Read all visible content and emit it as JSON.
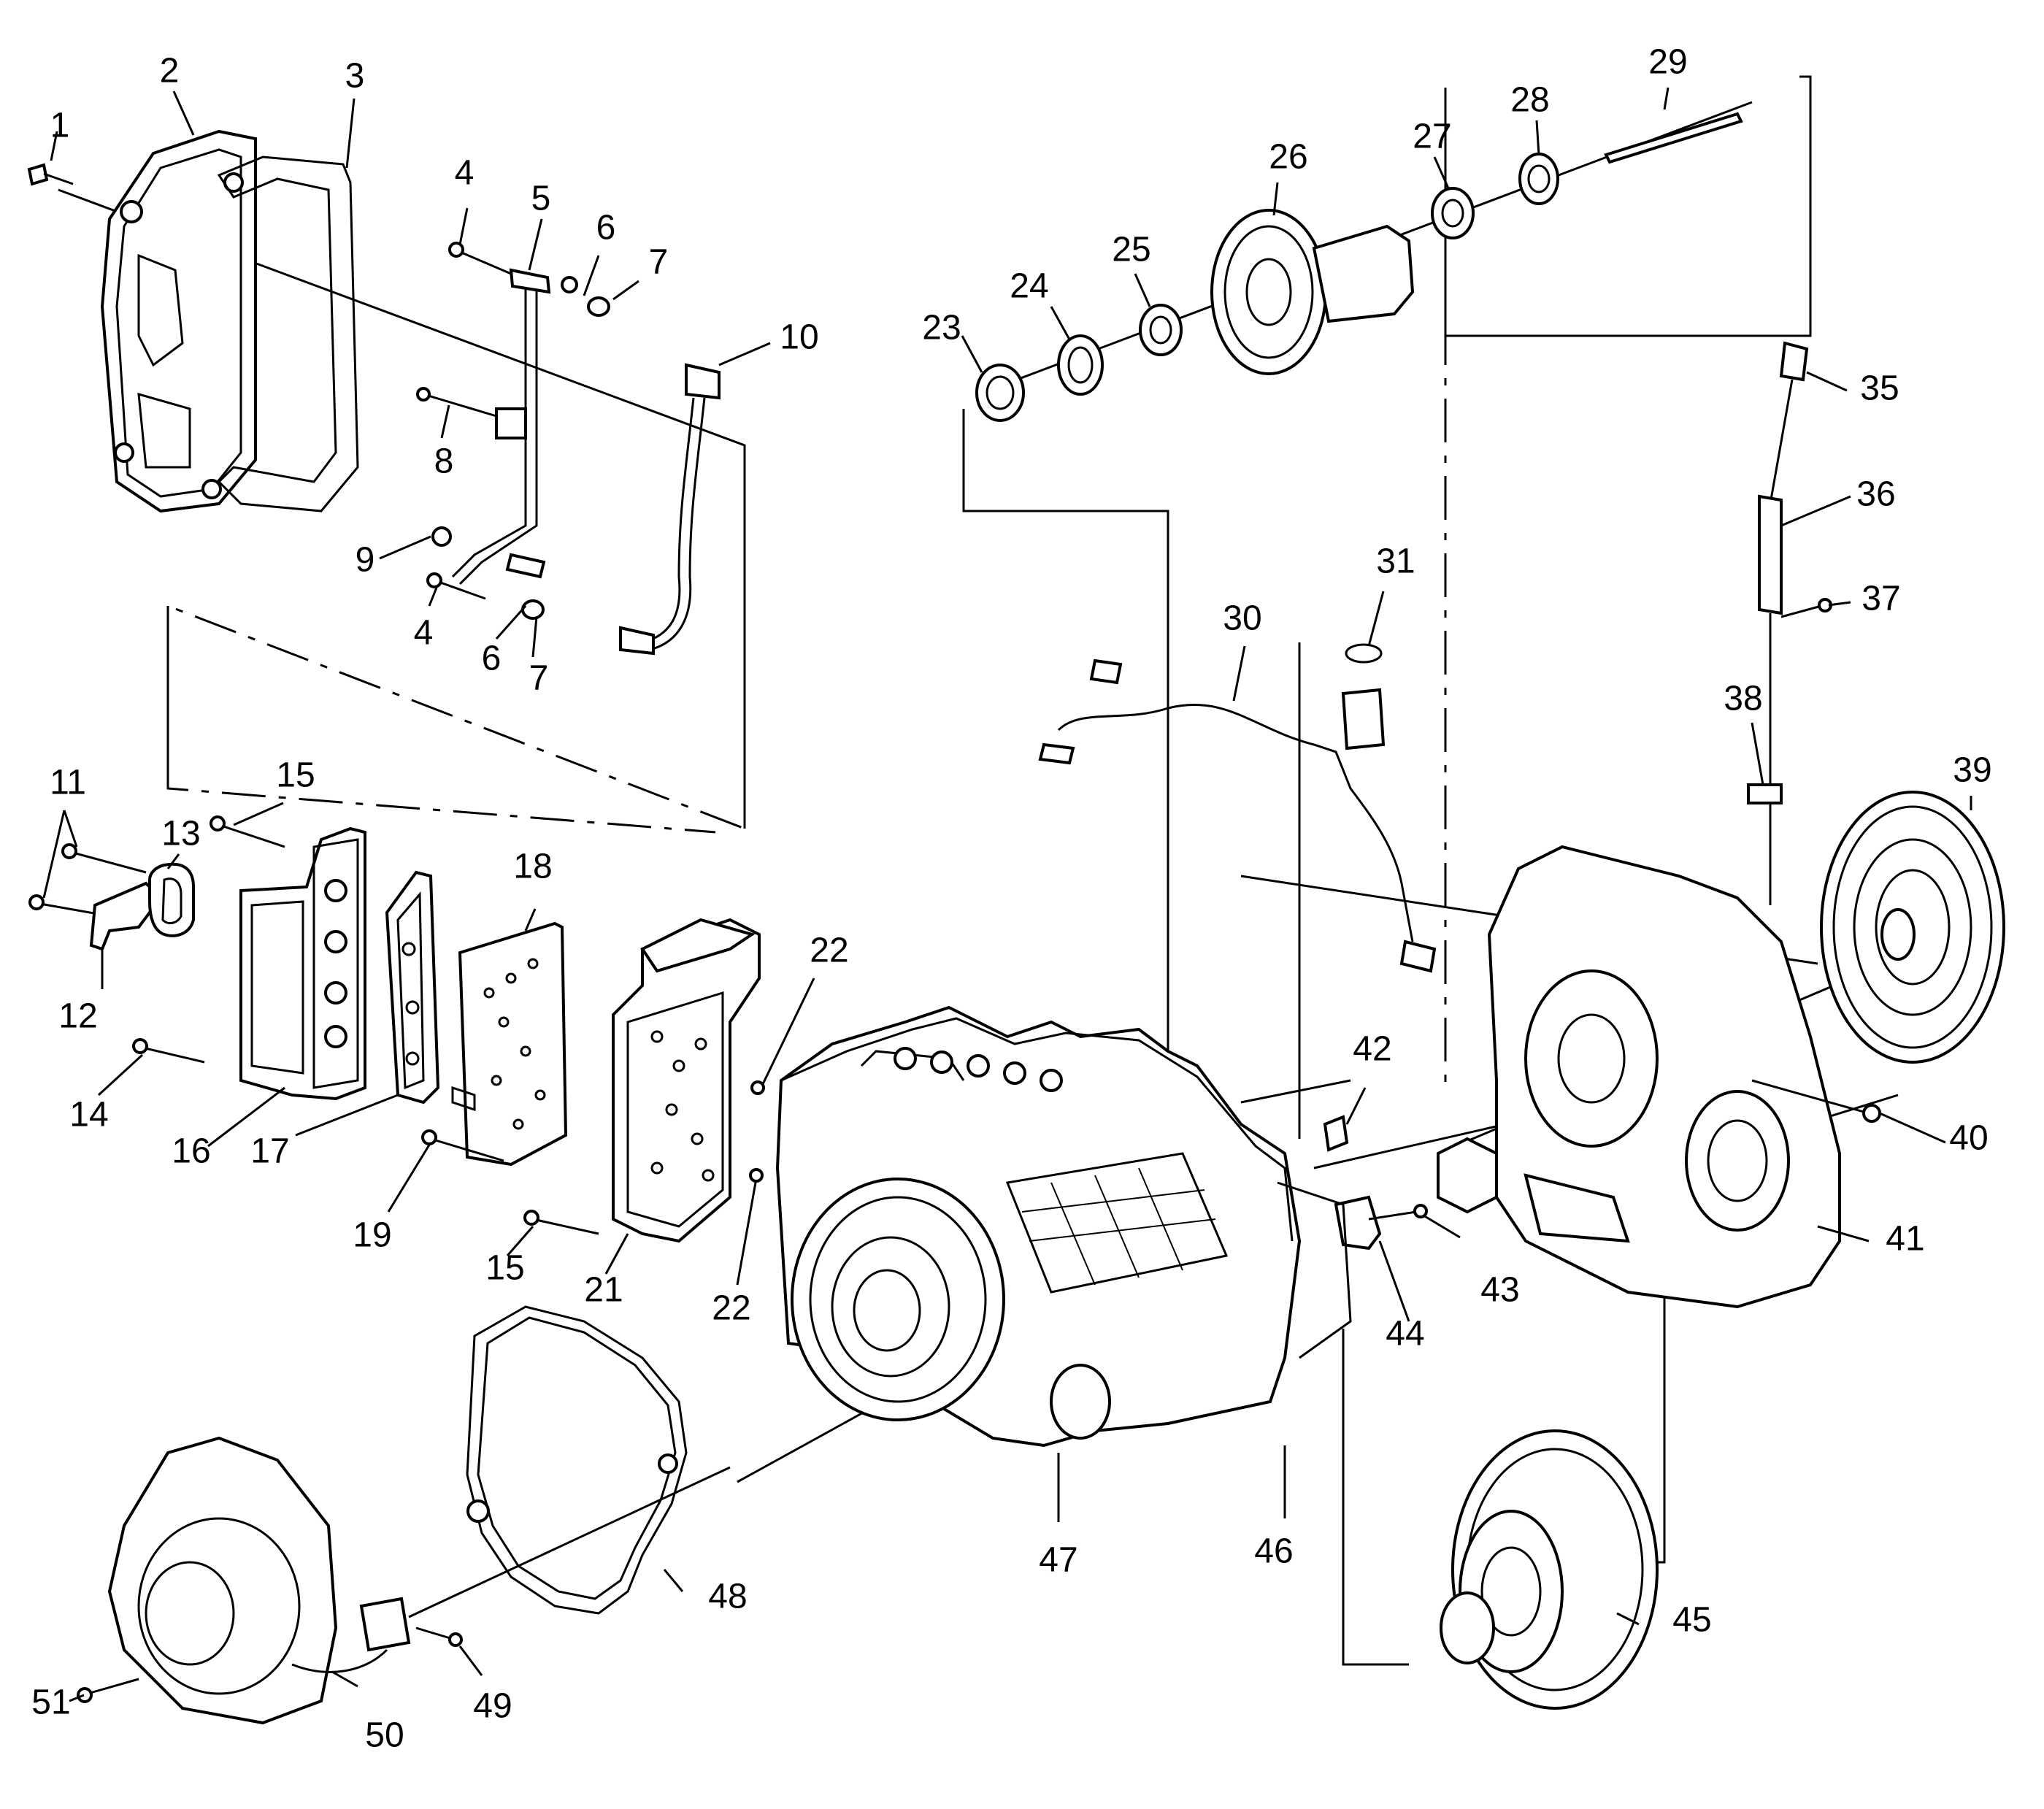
{
  "callouts": [
    {
      "id": "c1",
      "label": "1"
    },
    {
      "id": "c2",
      "label": "2"
    },
    {
      "id": "c3",
      "label": "3"
    },
    {
      "id": "c4a",
      "label": "4"
    },
    {
      "id": "c5",
      "label": "5"
    },
    {
      "id": "c6a",
      "label": "6"
    },
    {
      "id": "c7a",
      "label": "7"
    },
    {
      "id": "c8",
      "label": "8"
    },
    {
      "id": "c9",
      "label": "9"
    },
    {
      "id": "c4b",
      "label": "4"
    },
    {
      "id": "c6b",
      "label": "6"
    },
    {
      "id": "c7b",
      "label": "7"
    },
    {
      "id": "c10",
      "label": "10"
    },
    {
      "id": "c11",
      "label": "11"
    },
    {
      "id": "c12",
      "label": "12"
    },
    {
      "id": "c13",
      "label": "13"
    },
    {
      "id": "c14",
      "label": "14"
    },
    {
      "id": "c15a",
      "label": "15"
    },
    {
      "id": "c16",
      "label": "16"
    },
    {
      "id": "c17",
      "label": "17"
    },
    {
      "id": "c18",
      "label": "18"
    },
    {
      "id": "c19",
      "label": "19"
    },
    {
      "id": "c15b",
      "label": "15"
    },
    {
      "id": "c21",
      "label": "21"
    },
    {
      "id": "c22a",
      "label": "22"
    },
    {
      "id": "c22b",
      "label": "22"
    },
    {
      "id": "c23",
      "label": "23"
    },
    {
      "id": "c24",
      "label": "24"
    },
    {
      "id": "c25",
      "label": "25"
    },
    {
      "id": "c26",
      "label": "26"
    },
    {
      "id": "c27",
      "label": "27"
    },
    {
      "id": "c28",
      "label": "28"
    },
    {
      "id": "c29",
      "label": "29"
    },
    {
      "id": "c30",
      "label": "30"
    },
    {
      "id": "c31",
      "label": "31"
    },
    {
      "id": "c35",
      "label": "35"
    },
    {
      "id": "c36",
      "label": "36"
    },
    {
      "id": "c37",
      "label": "37"
    },
    {
      "id": "c38",
      "label": "38"
    },
    {
      "id": "c39",
      "label": "39"
    },
    {
      "id": "c40",
      "label": "40"
    },
    {
      "id": "c41",
      "label": "41"
    },
    {
      "id": "c42",
      "label": "42"
    },
    {
      "id": "c43",
      "label": "43"
    },
    {
      "id": "c44",
      "label": "44"
    },
    {
      "id": "c45",
      "label": "45"
    },
    {
      "id": "c46",
      "label": "46"
    },
    {
      "id": "c47",
      "label": "47"
    },
    {
      "id": "c48",
      "label": "48"
    },
    {
      "id": "c49",
      "label": "49"
    },
    {
      "id": "c50",
      "label": "50"
    },
    {
      "id": "c51",
      "label": "51"
    }
  ]
}
